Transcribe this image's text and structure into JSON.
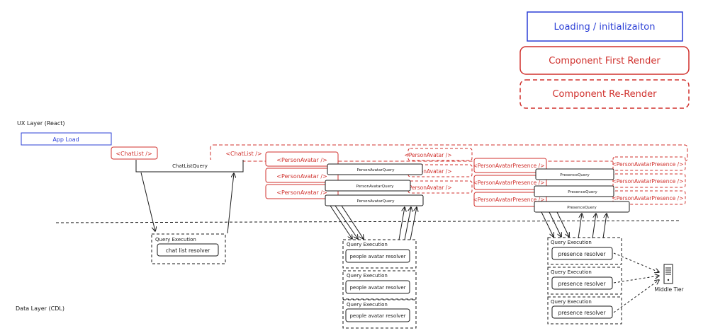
{
  "legend": {
    "loading": "Loading / initializaiton",
    "first_render": "Component First Render",
    "re_render": "Component Re-Render"
  },
  "layers": {
    "ux": "UX Layer (React)",
    "data": "Data Layer (CDL)"
  },
  "ux": {
    "app_load": "App Load",
    "chatlist_first": "<ChatList />",
    "chatlist_rerender": "<ChatList />",
    "chatlist_query": "ChatListQuery",
    "person_avatar": "<PersonAvatar />",
    "person_avatar_query": "PersonAvatarQuery",
    "person_avatar_presence": "<PersonAvatarPresence />",
    "presence_query": "PresenceQuery"
  },
  "data": {
    "query_execution": "Query Execution",
    "chat_list_resolver": "chat list resolver",
    "people_avatar_resolver": "people avatar resolver",
    "presence_resolver": "presence resolver",
    "middle_tier": "Middle Tier"
  },
  "colors": {
    "red": "#d0312d",
    "blue": "#2b3fd6",
    "black": "#1a1a1a"
  },
  "icons": {
    "middle_tier": "server-icon"
  }
}
